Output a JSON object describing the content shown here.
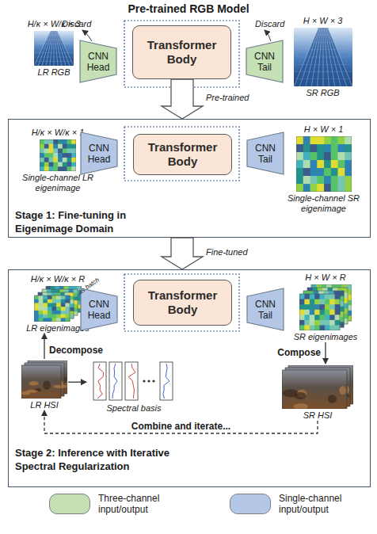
{
  "diagram": {
    "title": "Pre-trained RGB Model",
    "nodes": [
      {
        "text": [
          "H/κ × W/κ × 3",
          "LR RGB"
        ]
      },
      {
        "text": [
          "CNN Head"
        ]
      },
      {
        "text": [
          "Transformer Body"
        ]
      },
      {
        "text": [
          "CNN Tail"
        ]
      },
      {
        "text": [
          "H × W × 3",
          "SR RGB"
        ]
      },
      {
        "text": [
          "Stage 1: Fine-tuning in Eigenimage Domain"
        ]
      },
      {
        "text": [
          "H/κ × W/κ × 1",
          "Single-channel LR eigenimage"
        ],
        "in": 5
      },
      {
        "text": [
          "CNN Head"
        ],
        "in": 5
      },
      {
        "text": [
          "Transformer Body"
        ],
        "in": 5
      },
      {
        "text": [
          "CNN Tail"
        ],
        "in": 5
      },
      {
        "text": [
          "H × W × 1",
          "Single-channel SR eigenimage"
        ],
        "in": 5
      },
      {
        "text": [
          "Stage 2: Inference with Iterative Spectral Regularization"
        ]
      },
      {
        "text": [
          "H/κ × W/κ × R",
          "LR eigenimages"
        ],
        "in": 11
      },
      {
        "text": [
          "CNN Head"
        ],
        "in": 11
      },
      {
        "text": [
          "Transformer Body"
        ],
        "in": 11
      },
      {
        "text": [
          "CNN Tail"
        ],
        "in": 11
      },
      {
        "text": [
          "H × W × R",
          "SR eigenimages"
        ],
        "in": 11
      },
      {
        "text": [
          "LR HSI"
        ],
        "in": 11
      },
      {
        "text": [
          "Spectral basis"
        ],
        "in": 11
      },
      {
        "text": [
          "SR HSI"
        ],
        "in": 11
      }
    ],
    "edges": [
      {
        "from": 2,
        "to": 5,
        "label": "Pre-trained",
        "arrow": "to"
      },
      {
        "from": 5,
        "to": 11,
        "label": "Fine-tuned",
        "arrow": "to"
      },
      {
        "from": 17,
        "to": 12,
        "label": "Decompose",
        "arrow": "to"
      },
      {
        "from": 17,
        "to": 18,
        "arrow": "to"
      },
      {
        "from": 16,
        "to": 19,
        "label": "Compose",
        "arrow": "to"
      },
      {
        "from": 19,
        "to": 17,
        "label": "Combine and iterate...",
        "arrow": "to"
      }
    ],
    "labels": [
      "Discard",
      "Discard",
      "as batch"
    ],
    "legend": [
      {
        "text": "Three-channel input/output",
        "color": "#c5e0b4"
      },
      {
        "text": "Single-channel input/output",
        "color": "#b4c7e7"
      }
    ]
  }
}
